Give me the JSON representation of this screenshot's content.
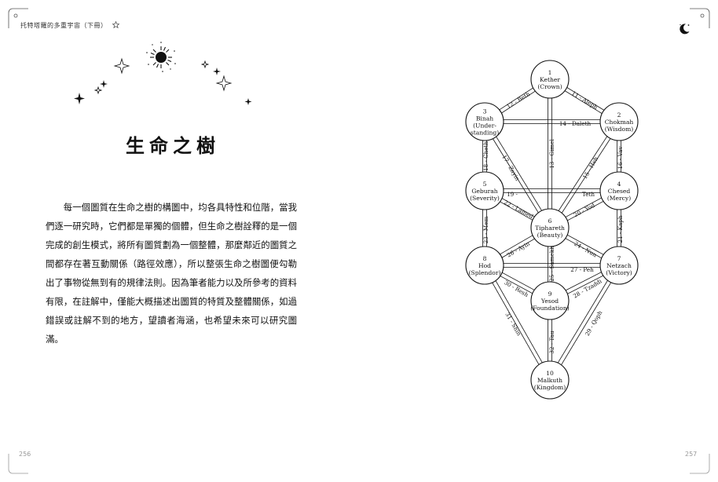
{
  "header": {
    "running_title": "托特塔羅的多重宇宙（下冊）"
  },
  "title": "生命之樹",
  "body_paragraph": "每一個圖質在生命之樹的構圖中，均各具特性和位階，當我們逐一研究時，它們都是單獨的個體，但生命之樹詮釋的是一個完成的創生模式，將所有圖質劃為一個整體，那麼鄰近的圖質之間都存在著互動關係（路徑效應），所以整張生命之樹圖便勾勒出了事物從無到有的規律法則。因為筆者能力以及所參考的資料有限，在註解中，僅能大概描述出圖質的特質及整體關係，如過錯誤或註解不到的地方，望讀者海涵，也希望未來可以研究圖滿。",
  "page_numbers": {
    "left": "256",
    "right": "257"
  },
  "icons": {
    "header_star": "star-outline-icon",
    "moon": "crescent-moon-icon",
    "burst": "sunburst-icon"
  },
  "tree": {
    "sephiroth": [
      {
        "num": "1",
        "name": "Kether",
        "meaning": "(Crown)"
      },
      {
        "num": "2",
        "name": "Chokmah",
        "meaning": "(Wisdom)"
      },
      {
        "num": "3",
        "name": "Binah",
        "meaning": "(Under-",
        "meaning2": "standing)"
      },
      {
        "num": "4",
        "name": "Chesed",
        "meaning": "(Mercy)"
      },
      {
        "num": "5",
        "name": "Geburah",
        "meaning": "(Severity)"
      },
      {
        "num": "6",
        "name": "Tiphareth",
        "meaning": "(Beauty)"
      },
      {
        "num": "7",
        "name": "Netzach",
        "meaning": "(Victory)"
      },
      {
        "num": "8",
        "name": "Hod",
        "meaning": "(Splendor)"
      },
      {
        "num": "9",
        "name": "Yesod",
        "meaning": "(Foundation)"
      },
      {
        "num": "10",
        "name": "Malkuth",
        "meaning": "(Kingdom)"
      }
    ],
    "paths": [
      "11 - Aleph",
      "12 - Beth",
      "13 - Gimel",
      "14 - Daleth",
      "15 - Heh",
      "16 - Vav",
      "17 - Zayin",
      "18 - Cheth",
      "19 -",
      "Teth",
      "20 - Yod",
      "21 - Kaph",
      "22 - Lamed",
      "23 - Mem",
      "24 - Nun",
      "25 - Samekh",
      "26 - Ayin",
      "27 - Peh",
      "28 - Tzaddi",
      "29 - Qoph",
      "30 - Resh",
      "31 - Shin",
      "32 - Tau"
    ]
  }
}
